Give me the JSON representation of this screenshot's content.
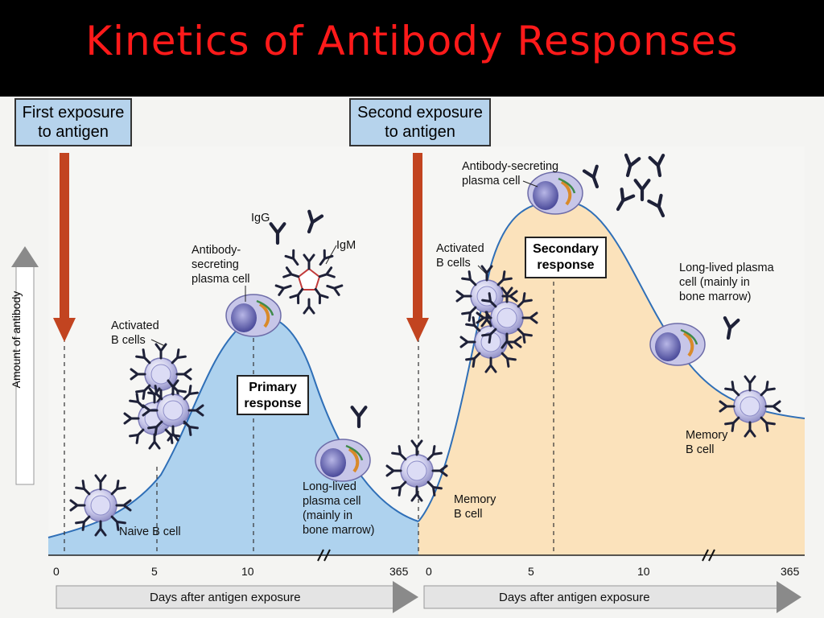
{
  "title": "Kinetics of Antibody Responses",
  "first_exposure": [
    "First exposure",
    "to antigen"
  ],
  "second_exposure": [
    "Second exposure",
    "to antigen"
  ],
  "primary_response": [
    "Primary",
    "response"
  ],
  "secondary_response": [
    "Secondary",
    "response"
  ],
  "y_axis_label": "Amount of antibody",
  "x_axis_label_1": "Days after antigen exposure",
  "x_axis_label_2": "Days after antigen exposure",
  "ticks_1": [
    "0",
    "5",
    "10",
    "365"
  ],
  "ticks_2": [
    "0",
    "5",
    "10",
    "365"
  ],
  "labels": {
    "naive_b_cell": "Naive B cell",
    "activated_b_cells_1": [
      "Activated",
      "B cells"
    ],
    "antibody_secreting_1": [
      "Antibody-",
      "secreting",
      "plasma cell"
    ],
    "igg": "IgG",
    "igm": "IgM",
    "long_lived_1": [
      "Long-lived",
      "plasma cell",
      "(mainly in",
      "bone marrow)"
    ],
    "memory_b_cell_1": [
      "Memory",
      "B cell"
    ],
    "antibody_secreting_2": [
      "Antibody-secreting",
      "plasma cell"
    ],
    "activated_b_cells_2": [
      "Activated",
      "B cells"
    ],
    "long_lived_2": [
      "Long-lived plasma",
      "cell (mainly in",
      "bone marrow)"
    ],
    "memory_b_cell_2": [
      "Memory",
      "B cell"
    ]
  },
  "colors": {
    "title": "#ff1a1a",
    "primary_fill": "#aed2ee",
    "secondary_fill": "#fbe2bb",
    "curve": "#2f6fb7",
    "exposure_arrow": "#c24420",
    "exposure_box": "#b6d3ec"
  },
  "icons": [
    "naive-b-cell-icon",
    "activated-b-cell-icon",
    "plasma-cell-icon",
    "memory-b-cell-icon",
    "igg-antibody-icon",
    "igm-pentamer-icon",
    "down-arrow-icon"
  ]
}
